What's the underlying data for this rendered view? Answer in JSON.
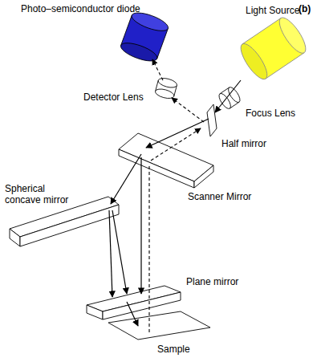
{
  "diagram": {
    "labels": [
      "(b)",
      "Photo–semiconductor diode",
      "Light Source",
      "Detector Lens",
      "Focus Lens",
      "Half mirror",
      "Scanner Mirror",
      "Spherical concave mirror",
      "Plane mirror",
      "Sample"
    ]
  }
}
